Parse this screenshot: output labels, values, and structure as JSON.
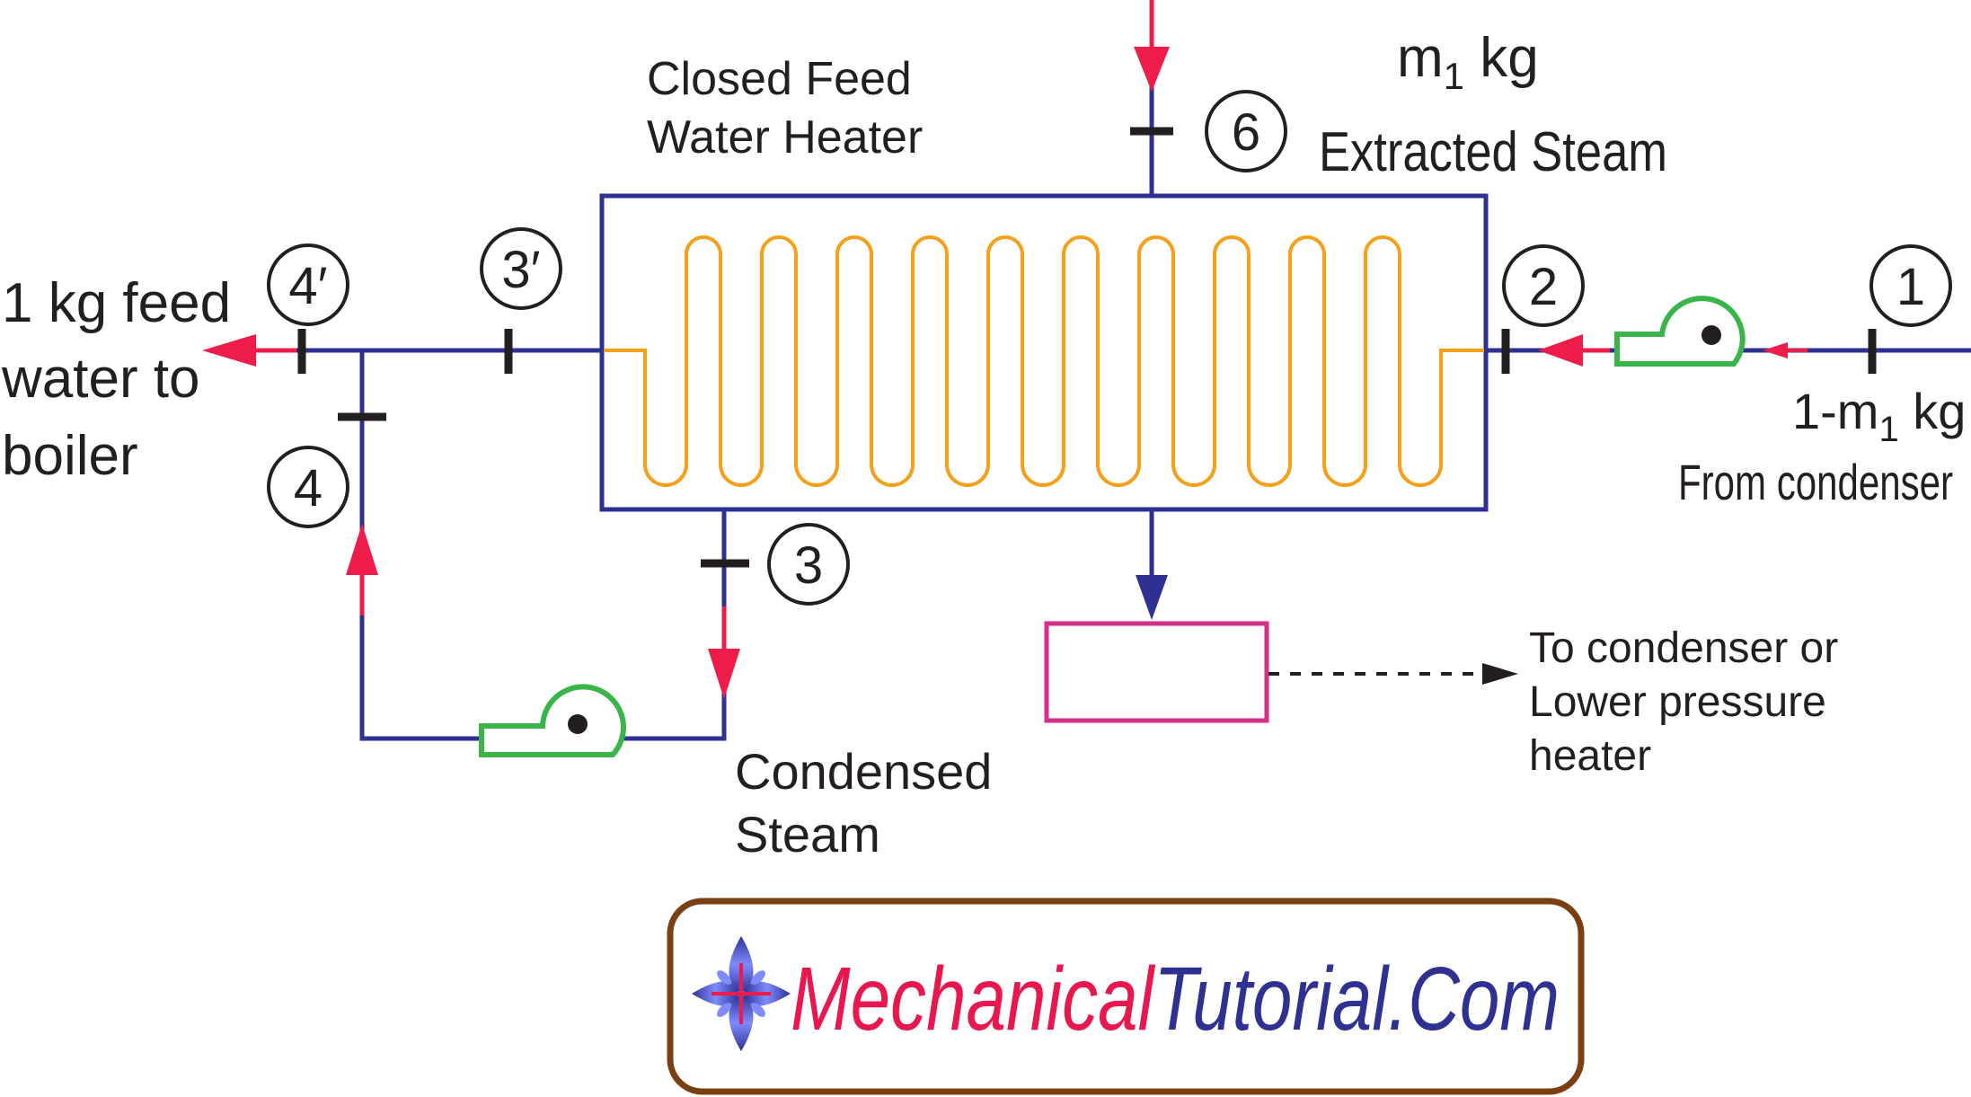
{
  "diagram": {
    "labels": {
      "heater_line1": "Closed Feed",
      "heater_line2": "Water Heater",
      "extracted_mass_m": "m",
      "extracted_mass_sub": "1",
      "extracted_mass_unit": " kg",
      "extracted_steam": "Extracted Steam",
      "feed_line1": "1 kg feed",
      "feed_line2": "water to",
      "feed_line3": "boiler",
      "condenser_mass_prefix": "1-m",
      "condenser_mass_sub": "1",
      "condenser_mass_unit": " kg",
      "from_condenser": "From condenser",
      "to_condenser_line1": "To condenser or",
      "to_condenser_line2": "Lower pressure",
      "to_condenser_line3": "heater",
      "condensed_line1": "Condensed",
      "condensed_line2": "Steam"
    },
    "state_points": {
      "p1": "1",
      "p2": "2",
      "p3": "3",
      "p3_prime": "3′",
      "p4": "4",
      "p4_prime": "4′",
      "p6": "6"
    },
    "colors": {
      "pipe": "#2e3192",
      "coil": "#f6a01a",
      "flow_arrow": "#ed1c4a",
      "pump": "#39b54a",
      "trap": "#d62e8a",
      "marker": "#231f20",
      "logo_border": "#7b3f14",
      "logo_part1": "#e8174d",
      "logo_part2": "#2e3192"
    }
  },
  "logo": {
    "part1": "Mechanical",
    "part2": "Tutorial.Com",
    "icon": "flower-star-icon"
  }
}
